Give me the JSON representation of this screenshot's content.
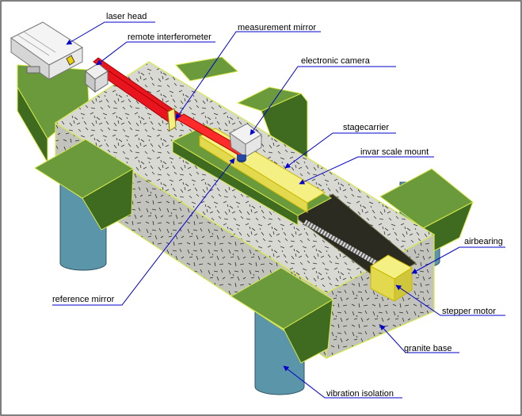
{
  "labels": {
    "laser_head": "laser head",
    "remote_interferometer": "remote interferometer",
    "measurement_mirror": "measurement mirror",
    "electronic_camera": "electronic camera",
    "stagecarrier": "stagecarrier",
    "invar_scale_mount": "invar scale mount",
    "airbearing": "airbearing",
    "reference_mirror": "reference mirror",
    "stepper_motor": "stepper motor",
    "granite_base": "granite base",
    "vibration_isolation": "vibration isolation"
  },
  "colors": {
    "support_green": "#6a9a3c",
    "support_green_dark": "#3e6b1f",
    "granite_top": "#d9d9d4",
    "granite_side": "#c3c3be",
    "yellow": "#f5f083",
    "yellow_edge": "#c9b800",
    "laser_red": "#e8141e",
    "pillar_blue": "#5b95aa",
    "leader_blue": "#0000cc",
    "frame": "#555555"
  }
}
